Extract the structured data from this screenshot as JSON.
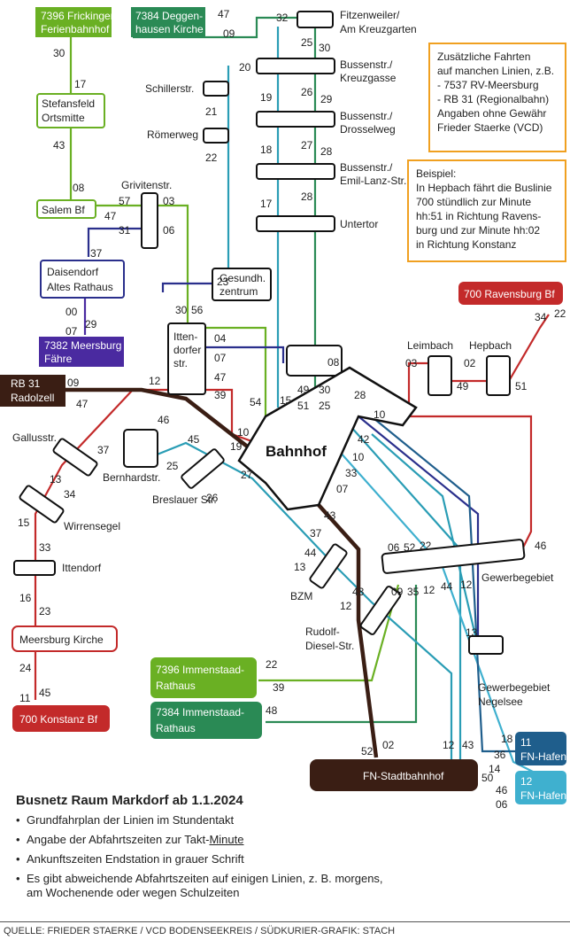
{
  "title": "Busnetz Raum Markdorf ab 1.1.2024",
  "bullets": [
    "Grundfahrplan der Linien im Stundentakt",
    "Angabe der Abfahrtszeiten zur Takt-",
    "Minute",
    "Ankunftszeiten Endstation in grauer Schrift",
    "Es gibt abweichende Abfahrtszeiten auf einigen Linien, z. B. morgens,",
    "am Wochenende oder wegen Schulzeiten"
  ],
  "source": "QUELLE: FRIEDER STAERKE / VCD BODENSEEKREIS / SÜDKURIER-GRAFIK: STACH",
  "note1": [
    "Zusätzliche Fahrten",
    "auf manchen Linien, z.B.",
    "- 7537 RV-Meersburg",
    "- RB 31 (Regionalbahn)",
    "Angaben ohne Gewähr",
    "Frieder Staerke (VCD)"
  ],
  "note2": [
    "Beispiel:",
    "In Hepbach fährt die Buslinie",
    "700 stündlich zur Minute",
    "hh:51 in Richtung Ravens-",
    "burg und zur Minute hh:02",
    "in Richtung Konstanz"
  ],
  "terminals": {
    "frickingen": [
      "7396 Frickingen",
      "Ferienbahnhof"
    ],
    "deggenhausen": [
      "7384 Deggen-",
      "hausen Kirche"
    ],
    "meersburg_faehre": [
      "7382 Meersburg",
      "Fähre"
    ],
    "rb31": [
      "RB 31",
      "Radolzell"
    ],
    "konstanz": "700 Konstanz Bf",
    "ravensburg": "700 Ravensburg Bf",
    "immenstaad_7396": [
      "7396 Immenstaad-",
      "Rathaus"
    ],
    "immenstaad_7384": [
      "7384 Immenstaad-",
      "Rathaus"
    ],
    "fn_hafen_11": [
      "11",
      "FN-Hafen"
    ],
    "fn_hafen_12": [
      "12",
      "FN-Hafen"
    ],
    "fn_stadtbahnhof": "FN-Stadtbahnhof",
    "bahnhof": "Bahnhof"
  },
  "stops": {
    "fitzenweiler": [
      "Fitzenweiler/",
      "Am Kreuzgarten"
    ],
    "kreuzgasse": [
      "Bussenstr./",
      "Kreuzgasse"
    ],
    "drosselweg": [
      "Bussenstr./",
      "Drosselweg"
    ],
    "emil": [
      "Bussenstr./",
      "Emil-Lanz-Str."
    ],
    "untertor": "Untertor",
    "schillerstr": "Schillerstr.",
    "roemerweg": "Römerweg",
    "stefansfeld": [
      "Stefansfeld",
      "Ortsmitte"
    ],
    "salem": "Salem Bf",
    "grivitenstr": "Grivitenstr.",
    "daisendorf": [
      "Daisendorf",
      "Altes Rathaus"
    ],
    "gesundh": [
      "Gesundh.",
      "zentrum"
    ],
    "ittendorfer": [
      "Itten-",
      "dorfer",
      "str."
    ],
    "gallusstr": "Gallusstr.",
    "bernhardstr": "Bernhardstr.",
    "breslauer": "Breslauer Str.",
    "wirrensegel": "Wirrensegel",
    "ittendorf": "Ittendorf",
    "meersburg_kirche": "Meersburg Kirche",
    "leimbach": "Leimbach",
    "hepbach": "Hepbach",
    "bzm": "BZM",
    "rudolf": [
      "Rudolf-",
      "Diesel-Str."
    ],
    "gewerbegebiet": "Gewerbegebiet",
    "negelsee": [
      "Gewerbegebiet",
      "Negelsee"
    ]
  },
  "minutes": {
    "m30a": "30",
    "m17a": "17",
    "m43a": "43",
    "m08a": "08",
    "m47a": "47",
    "m47b": "47",
    "m09a": "09",
    "m32": "32",
    "m25a": "25",
    "m30b": "30",
    "m20": "20",
    "m19a": "19",
    "m26": "26",
    "m29a": "29",
    "m21": "21",
    "m18": "18",
    "m27": "27",
    "m28a": "28",
    "m22a": "22",
    "m28b": "28",
    "m17b": "17",
    "m57": "57",
    "m03a": "03",
    "m31": "31",
    "m06a": "06",
    "m37a": "37",
    "m00": "00",
    "m29b": "29",
    "m07a": "07",
    "m23a": "23",
    "m30c": "30",
    "m56": "56",
    "m04": "04",
    "m07b": "07",
    "m47c": "47",
    "m12a": "12",
    "m39a": "39",
    "m09b": "09",
    "m47d": "47",
    "m08b": "08",
    "m15a": "15",
    "m49a": "49",
    "m30d": "30",
    "m51a": "51",
    "m25b": "25",
    "m28c": "28",
    "m10a": "10",
    "m54": "54",
    "m10b": "10",
    "m19b": "19",
    "m46a": "46",
    "m45": "45",
    "m37b": "37",
    "m25c": "25",
    "m26b": "26",
    "m27b": "27",
    "m13a": "13",
    "m34a": "34",
    "m15b": "15",
    "m33a": "33",
    "m16": "16",
    "m23b": "23",
    "m24": "24",
    "m11": "11",
    "m45b": "45",
    "m42": "42",
    "m10c": "10",
    "m33b": "33",
    "m07c": "07",
    "m43b": "43",
    "m37c": "37",
    "m06b": "06",
    "m52a": "52",
    "m22b": "22",
    "m46b": "46",
    "m03b": "03",
    "m49b": "49",
    "m02a": "02",
    "m51b": "51",
    "m34b": "34",
    "m22c": "22",
    "m44a": "44",
    "m13b": "13",
    "m43c": "43",
    "m12b": "12",
    "m09c": "09",
    "m35": "35",
    "m12c": "12",
    "m44b": "44",
    "m12d": "12",
    "m13c": "13",
    "m22d": "22",
    "m39b": "39",
    "m48": "48",
    "m52b": "52",
    "m02b": "02",
    "m12e": "12",
    "m43d": "43",
    "m18b": "18",
    "m36": "36",
    "m14": "14",
    "m50": "50",
    "m46c": "46",
    "m06c": "06"
  },
  "colors": {
    "green_light": "#6ab023",
    "green_dark": "#2a8a55",
    "teal": "#2a9db5",
    "blue_dark": "#2a2f8c",
    "purple": "#4a2aa0",
    "red": "#c32a2a",
    "brown": "#3a1e14",
    "navy": "#1f5e8c",
    "lightblue": "#3fb0cf",
    "olive": "#7fa035",
    "gray": "#8a8a8a",
    "orange": "#f0a020"
  }
}
